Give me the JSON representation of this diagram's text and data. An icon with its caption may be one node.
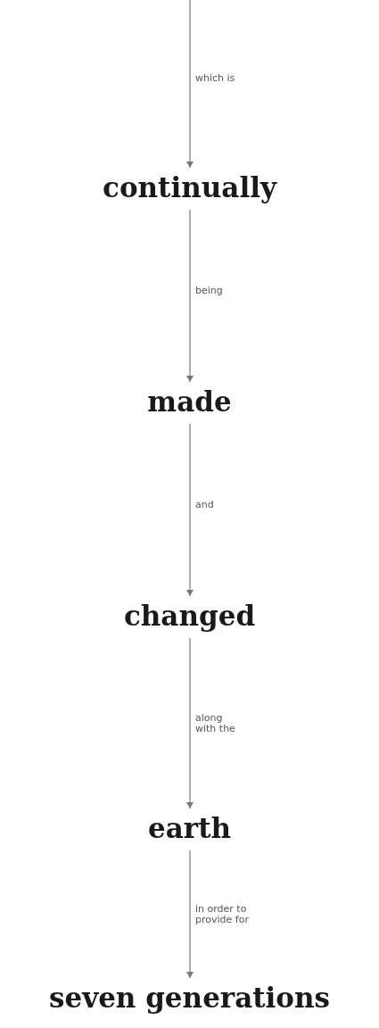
{
  "diagram": {
    "nodes": [
      {
        "text": [
          "continually"
        ]
      },
      {
        "text": [
          "made"
        ]
      },
      {
        "text": [
          "changed"
        ]
      },
      {
        "text": [
          "earth"
        ]
      },
      {
        "text": [
          "seven generations"
        ]
      }
    ],
    "edges": [
      {
        "from": null,
        "to": 0,
        "arrow": "to",
        "label": "which is"
      },
      {
        "from": 0,
        "to": 1,
        "arrow": "to",
        "label": "being"
      },
      {
        "from": 1,
        "to": 2,
        "arrow": "to",
        "label": "and"
      },
      {
        "from": 2,
        "to": 3,
        "arrow": "to",
        "label": "along with the"
      },
      {
        "from": 3,
        "to": 4,
        "arrow": "to",
        "label": "in order to provide for"
      }
    ]
  }
}
